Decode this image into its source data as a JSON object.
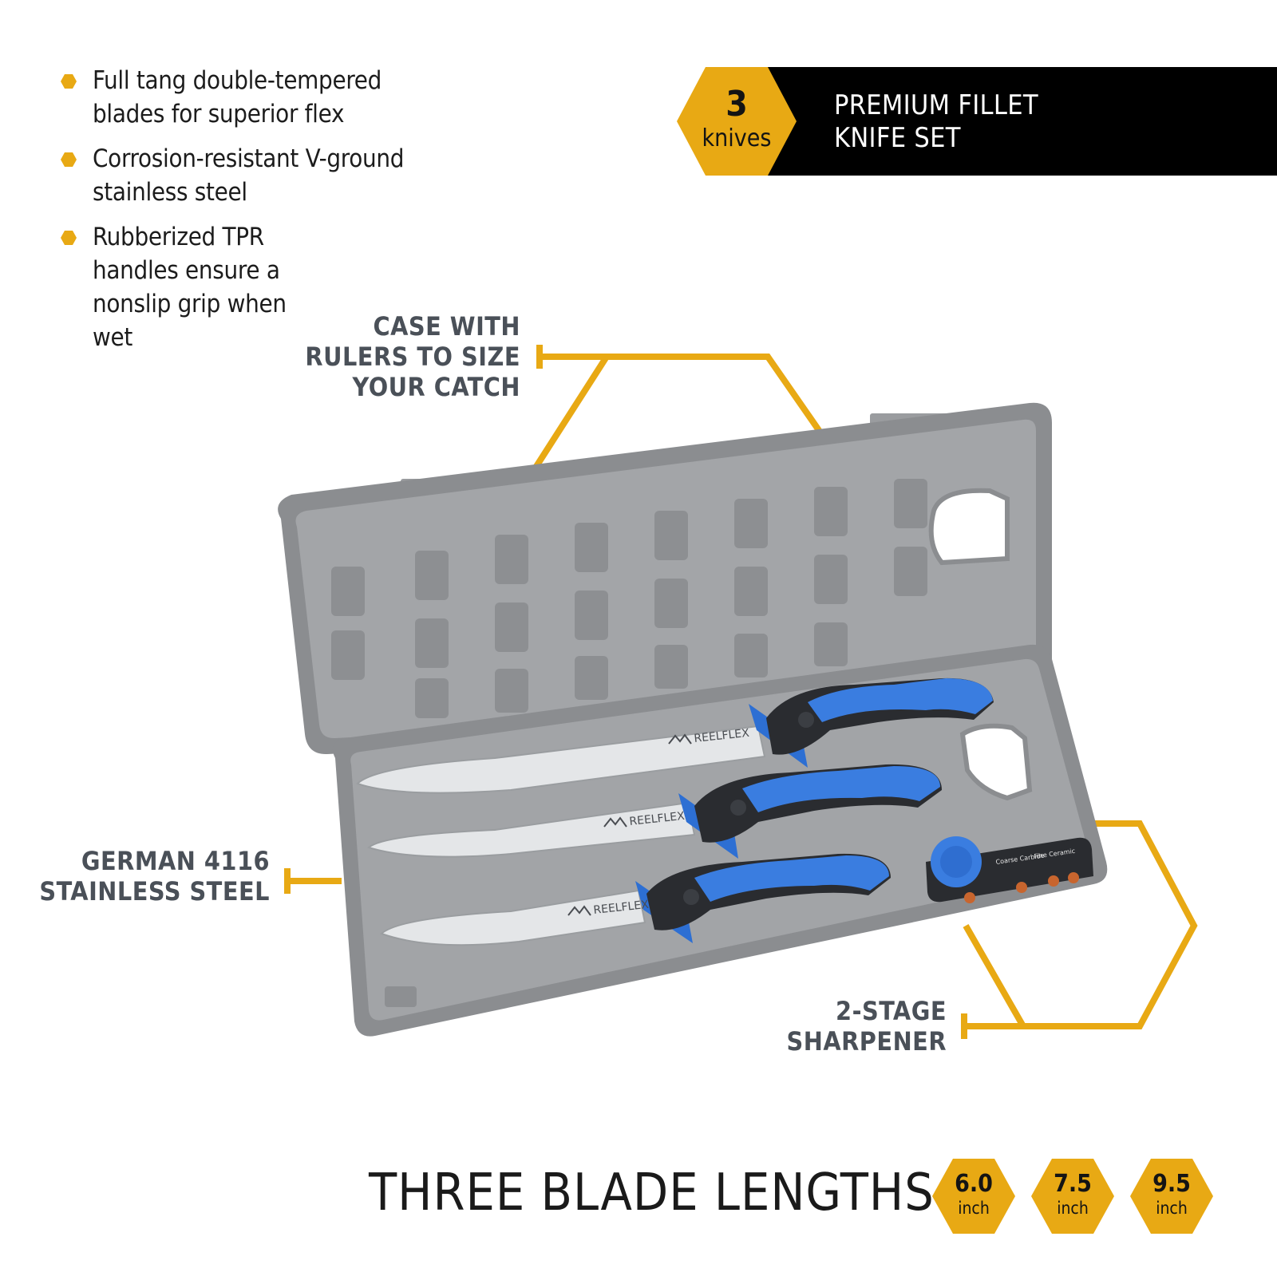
{
  "features": [
    "Full tang double-tempered blades for superior flex",
    "Corrosion-resistant V-ground stainless steel",
    "Rubberized TPR handles ensure a nonslip grip when wet"
  ],
  "header": {
    "count": "3",
    "count_unit": "knives",
    "title_line1": "PREMIUM FILLET",
    "title_line2": "KNIFE SET"
  },
  "callouts": {
    "case": [
      "CASE WITH",
      "RULERS TO SIZE",
      "YOUR CATCH"
    ],
    "steel": [
      "GERMAN 4116",
      "STAINLESS STEEL"
    ],
    "sharpener": [
      "2-STAGE",
      "SHARPENER"
    ]
  },
  "product": {
    "brand": "REELFLEX",
    "sharpener_labels": [
      "Coarse Carbide",
      "Fine Ceramic"
    ]
  },
  "lengths": {
    "title": "THREE BLADE LENGTHS",
    "items": [
      {
        "value": "6.0",
        "unit": "inch"
      },
      {
        "value": "7.5",
        "unit": "inch"
      },
      {
        "value": "9.5",
        "unit": "inch"
      }
    ]
  },
  "colors": {
    "accent": "#E8A914",
    "banner": "#000000",
    "handle_blue": "#3A7DE0",
    "case_gray": "#8A8C8F",
    "callout_text": "#4A5058"
  }
}
